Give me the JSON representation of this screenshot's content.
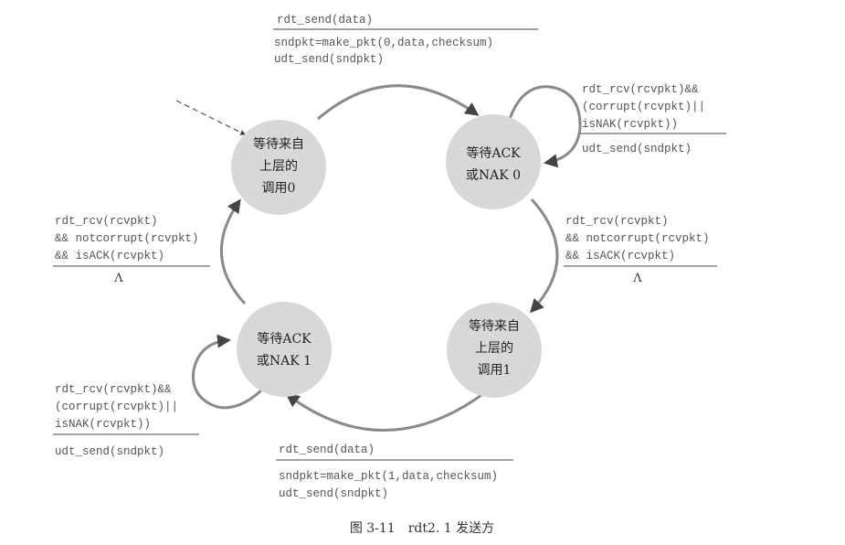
{
  "states": [
    {
      "id": "s0",
      "lines": [
        "等待来自",
        "上层的",
        "调用0"
      ]
    },
    {
      "id": "s1",
      "lines": [
        "等待ACK",
        "或NAK 0"
      ]
    },
    {
      "id": "s2",
      "lines": [
        "等待来自",
        "上层的",
        "调用1"
      ]
    },
    {
      "id": "s3",
      "lines": [
        "等待ACK",
        "或NAK 1"
      ]
    }
  ],
  "transitions": {
    "top": {
      "event": "rdt_send(data)",
      "actions": [
        "sndpkt=make_pkt(0,data,checksum)",
        "udt_send(sndpkt)"
      ]
    },
    "right_self": {
      "event": [
        "rdt_rcv(rcvpkt)&&",
        "(corrupt(rcvpkt)||",
        "isNAK(rcvpkt))"
      ],
      "actions": [
        "udt_send(sndpkt)"
      ]
    },
    "right": {
      "event": [
        "rdt_rcv(rcvpkt)",
        "&& notcorrupt(rcvpkt)",
        "&& isACK(rcvpkt)"
      ],
      "action": "Λ"
    },
    "bottom": {
      "event": "rdt_send(data)",
      "actions": [
        "sndpkt=make_pkt(1,data,checksum)",
        "udt_send(sndpkt)"
      ]
    },
    "left_self": {
      "event": [
        "rdt_rcv(rcvpkt)&&",
        "(corrupt(rcvpkt)||",
        "isNAK(rcvpkt))"
      ],
      "actions": [
        "udt_send(sndpkt)"
      ]
    },
    "left": {
      "event": [
        "rdt_rcv(rcvpkt)",
        "&& notcorrupt(rcvpkt)",
        "&& isACK(rcvpkt)"
      ],
      "action": "Λ"
    }
  },
  "caption": "图 3-11　rdt2. 1 发送方"
}
